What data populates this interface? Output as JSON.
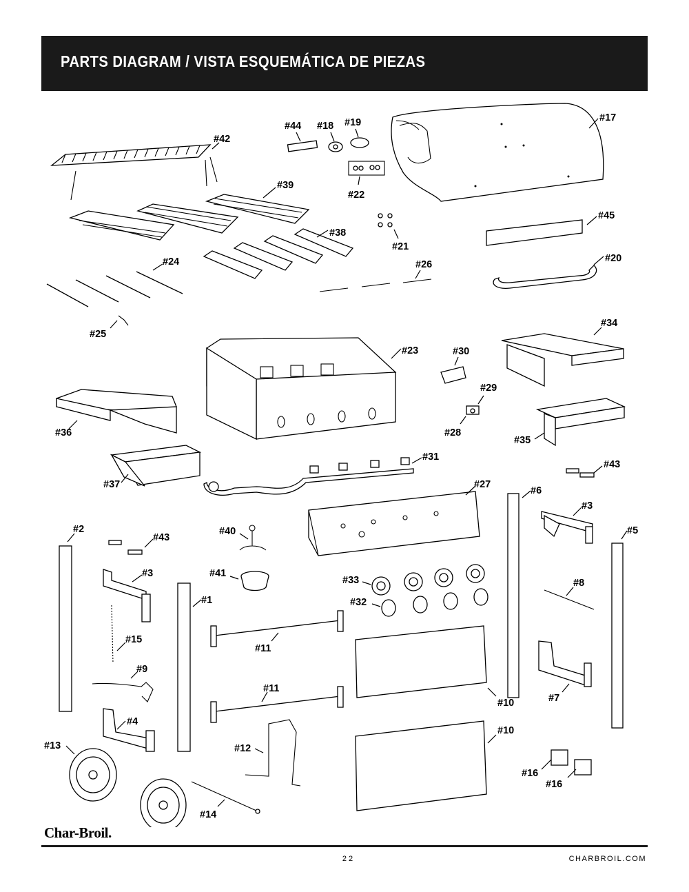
{
  "header": {
    "title": "PARTS DIAGRAM / VISTA ESQUEMÁTICA DE PIEZAS"
  },
  "labels": {
    "p1": "#1",
    "p2": "#2",
    "p3a": "#3",
    "p3b": "#3",
    "p4": "#4",
    "p5": "#5",
    "p6": "#6",
    "p7": "#7",
    "p8": "#8",
    "p9": "#9",
    "p10a": "#10",
    "p10b": "#10",
    "p11a": "#11",
    "p11b": "#11",
    "p12": "#12",
    "p13": "#13",
    "p14": "#14",
    "p15": "#15",
    "p16a": "#16",
    "p16b": "#16",
    "p17": "#17",
    "p18": "#18",
    "p19": "#19",
    "p20": "#20",
    "p21": "#21",
    "p22": "#22",
    "p23": "#23",
    "p24": "#24",
    "p25": "#25",
    "p26": "#26",
    "p27": "#27",
    "p28": "#28",
    "p29": "#29",
    "p30": "#30",
    "p31": "#31",
    "p32": "#32",
    "p33": "#33",
    "p34": "#34",
    "p35": "#35",
    "p36": "#36",
    "p37": "#37",
    "p38": "#38",
    "p39": "#39",
    "p40": "#40",
    "p41": "#41",
    "p42": "#42",
    "p43a": "#43",
    "p43b": "#43",
    "p44": "#44",
    "p45": "#45"
  },
  "footer": {
    "brand": "Char-Broil.",
    "page_number": "22",
    "website": "CHARBROIL.COM"
  }
}
